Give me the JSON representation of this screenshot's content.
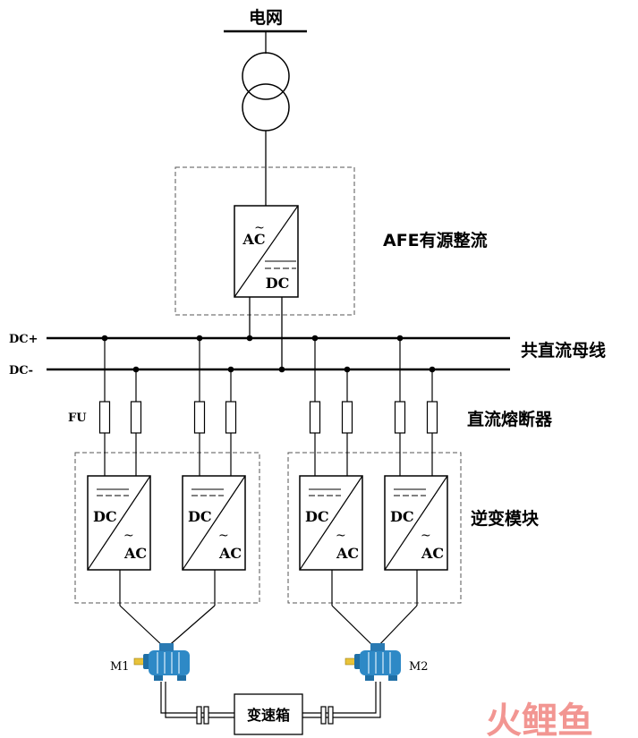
{
  "labels": {
    "grid": "电网",
    "afe": "AFE有源整流",
    "dc_bus": "共直流母线",
    "fuse_group": "直流熔断器",
    "inverter_group": "逆变模块",
    "dc_plus": "DC+",
    "dc_minus": "DC-",
    "fuse": "FU",
    "motor1": "M1",
    "motor2": "M2",
    "gearbox": "变速箱"
  },
  "converter": {
    "ac": "AC",
    "dc": "DC",
    "ac_symbol": "~",
    "dc_symbol": "— — —"
  },
  "watermark": "火鲤鱼",
  "colors": {
    "line": "#000000",
    "dash": "#555555",
    "motor_body": "#2e89c6",
    "motor_shaft": "#e8c23a",
    "watermark_red": "#e8413a",
    "watermark_pink": "#e25b9c"
  }
}
